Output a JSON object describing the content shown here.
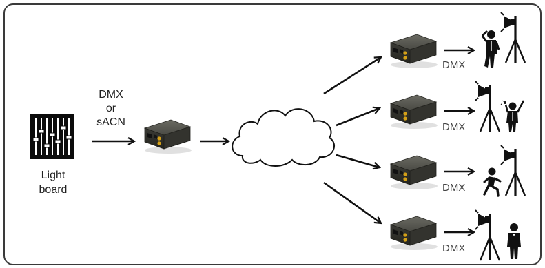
{
  "source": {
    "label_line1": "Light",
    "label_line2": "board",
    "icon": "lighting-console-faders-icon"
  },
  "protocol": {
    "line1": "DMX",
    "line2": "or",
    "line3": "sACN"
  },
  "network": {
    "icon": "cloud-icon"
  },
  "nodes": [
    {
      "output_label": "DMX",
      "fixture_icon": "spotlight-on-stand-icon",
      "performer_icon": "posing-person-icon"
    },
    {
      "output_label": "DMX",
      "fixture_icon": "spotlight-on-stand-icon",
      "performer_icon": "singer-icon"
    },
    {
      "output_label": "DMX",
      "fixture_icon": "spotlight-on-stand-icon",
      "performer_icon": "running-person-icon"
    },
    {
      "output_label": "DMX",
      "fixture_icon": "spotlight-on-stand-icon",
      "performer_icon": "standing-person-icon"
    }
  ],
  "colors": {
    "frame": "#3a3a3a",
    "device_body": "#3d3d38",
    "device_accent": "#d4a017",
    "arrow": "#111111"
  }
}
